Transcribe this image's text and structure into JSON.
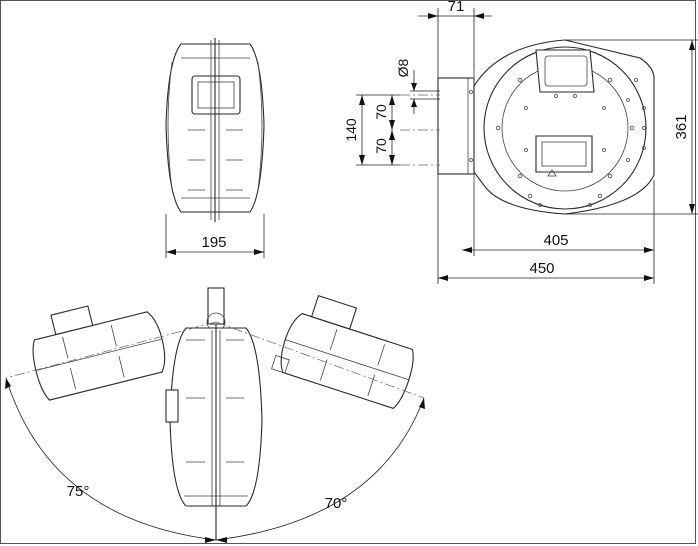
{
  "dimensions": {
    "side_width": "195",
    "bracket_offset": "71",
    "hole_diameter": "Ø8",
    "hole_spacing_upper": "70",
    "hole_spacing_lower": "70",
    "hole_spacing_total": "140",
    "height": "361",
    "width_body": "405",
    "width_total": "450",
    "swivel_left": "75°",
    "swivel_right": "70°"
  }
}
